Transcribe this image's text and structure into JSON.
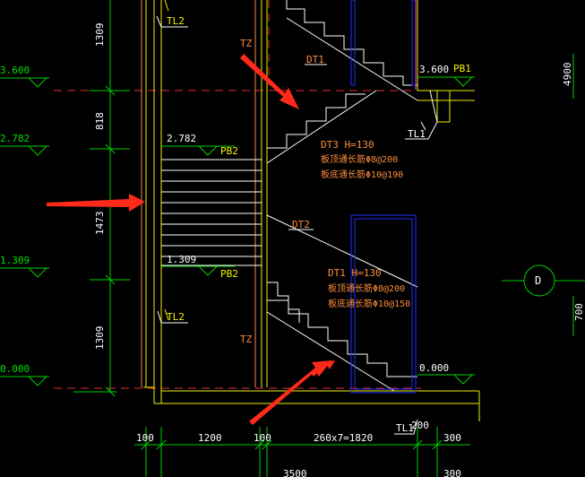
{
  "labels": {
    "lv_3600_left": "3.600",
    "lv_2782_left": "2.782",
    "lv_1309_left": "1.309",
    "lv_0000_left": "0.000",
    "lv_3600_right": "3.600",
    "lv_0000_right": "0.000",
    "lv_2782_landing": "2.782",
    "lv_1309_landing": "1.309",
    "tl2_top": "TL2",
    "tl2_bottom": "TL2",
    "tz_top": "TZ",
    "tz_bottom": "TZ",
    "dt1_top": "DT1",
    "dt2": "DT2",
    "pb1": "PB1",
    "pb2_top": "PB2",
    "pb2_bottom": "PB2",
    "tl1_mid": "TL1",
    "tl1_bottom": "TL1",
    "dt3_title": "DT3  H=130",
    "dt3_line1": "板顶通长筋Φ8@200",
    "dt3_line2": "板底通长筋Φ10@190",
    "dt1_title": "DT1  H=130",
    "dt1_line1": "板顶通长筋Φ8@200",
    "dt1_line2": "板底通长筋Φ10@150",
    "axis_d": "D",
    "dim_v_1309_top": "1309",
    "dim_v_818": "818",
    "dim_v_1473": "1473",
    "dim_v_1309_bottom": "1309",
    "dim_v_4900": "4900",
    "dim_v_700": "700",
    "dim_h_100_a": "100",
    "dim_h_1200": "1200",
    "dim_h_100_b": "100",
    "dim_h_steps": "260x7=1820",
    "dim_h_200": "200",
    "dim_h_300_a": "300",
    "dim_h_3500": "3500",
    "dim_h_300_b": "300"
  },
  "colors": {
    "background": "#000000",
    "green": "#00e000",
    "yellow": "#f5f500",
    "white": "#ffffff",
    "red_dash": "#e03030",
    "orange": "#ff8c3c",
    "blue": "#2030ff",
    "magenta": "#e040ff",
    "arrow": "#ff2a1a"
  }
}
